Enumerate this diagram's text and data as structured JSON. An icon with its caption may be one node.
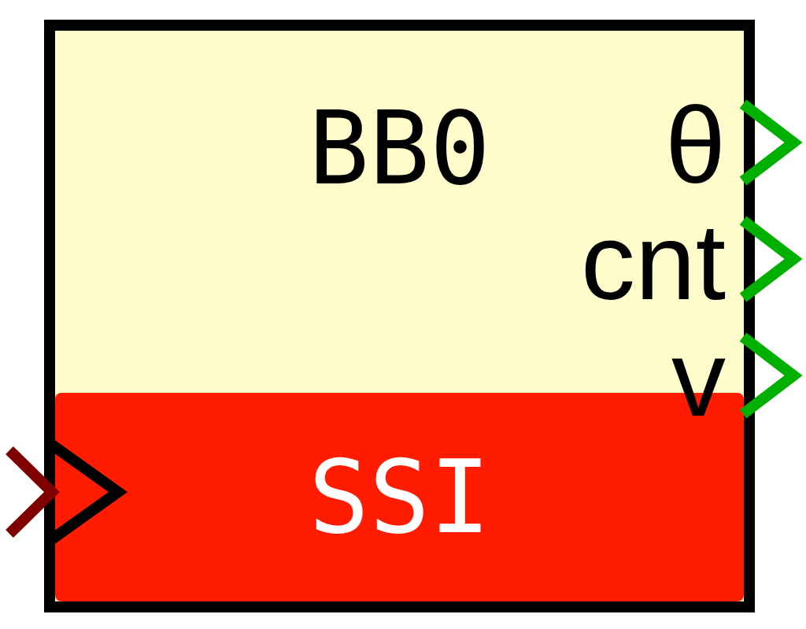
{
  "diagram": {
    "nodes": [
      {
        "text": [
          "BB0"
        ]
      },
      {
        "text": [
          "SSI"
        ],
        "in": 0
      }
    ],
    "labels": [
      "θ",
      "cnt",
      "v"
    ]
  }
}
